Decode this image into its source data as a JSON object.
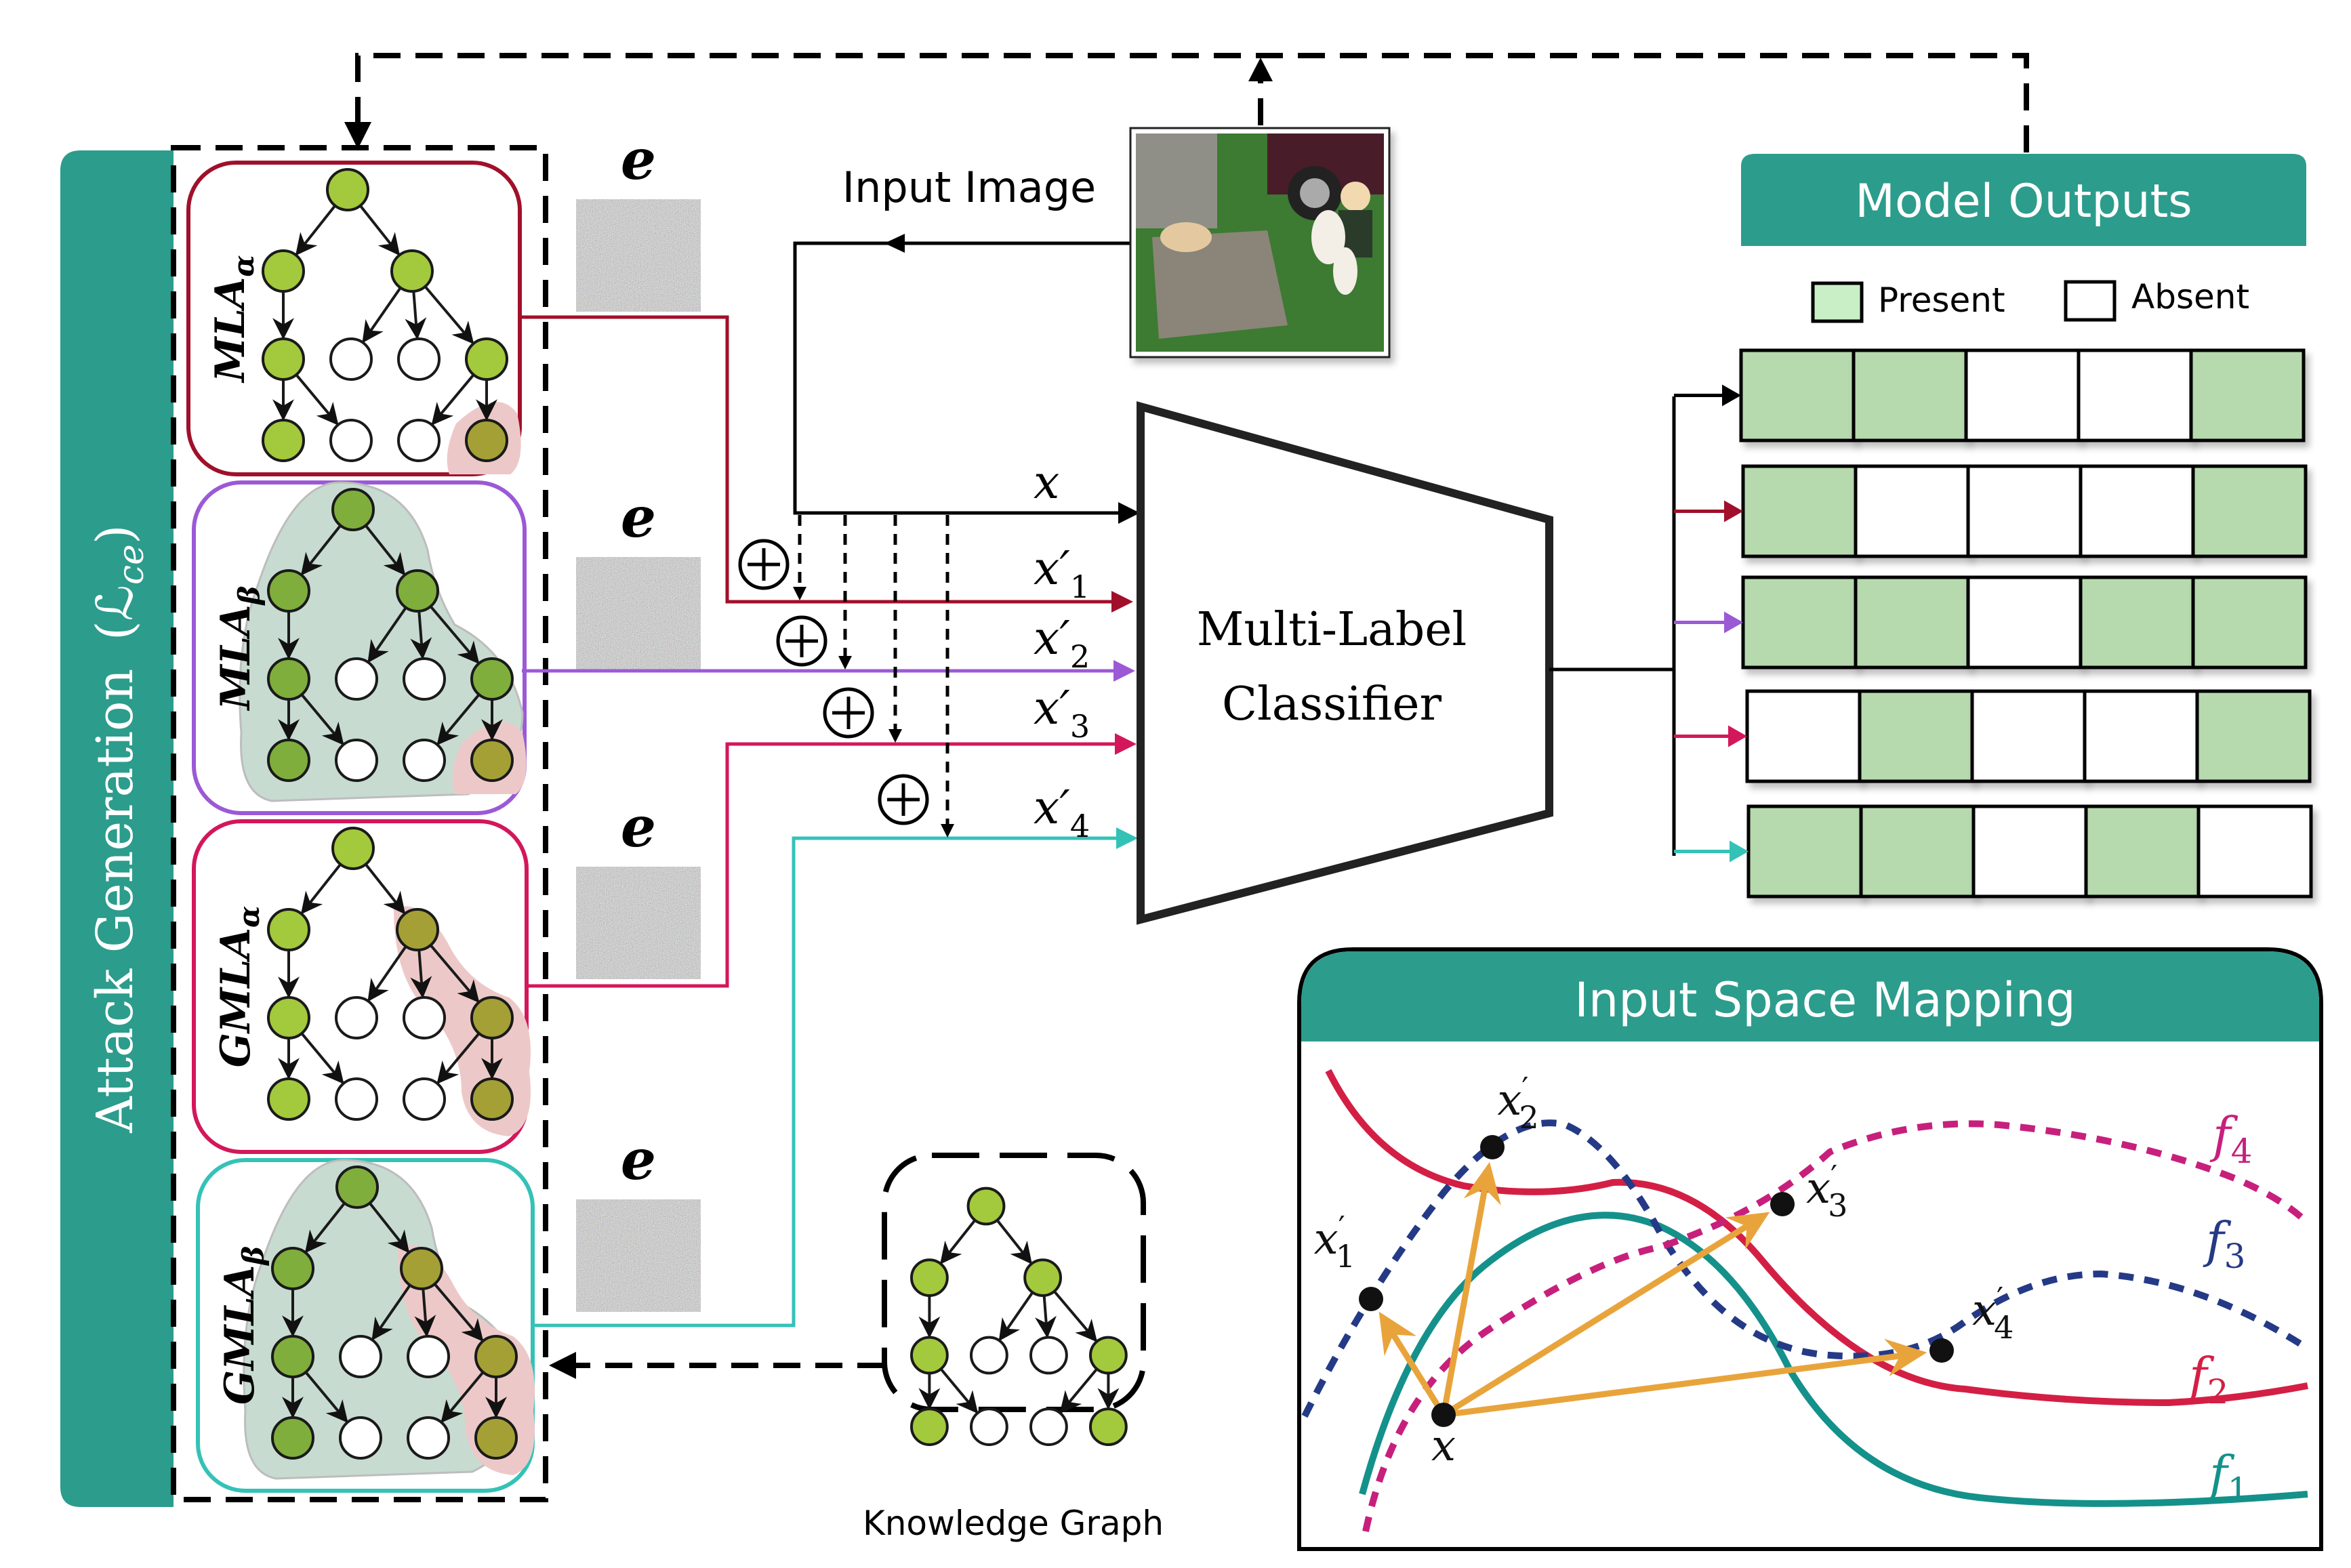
{
  "sidebar": {
    "title": "Attack Generation",
    "loss_symbol": "(ℒ",
    "loss_sub": "ce",
    "loss_close": ")",
    "color": "#2c9c8c"
  },
  "panels": [
    {
      "name": "MLA",
      "sub": "α",
      "border": "#a0102a",
      "type": "MLA-alpha"
    },
    {
      "name": "MLA",
      "sub": "β",
      "border": "#9b59d6",
      "type": "MLA-beta"
    },
    {
      "name": "GMLA",
      "sub": "α",
      "border": "#d3175a",
      "type": "GMLA-alpha"
    },
    {
      "name": "GMLA",
      "sub": "β",
      "border": "#34c2b7",
      "type": "GMLA-beta"
    }
  ],
  "noise_label": "e",
  "input_image": {
    "label": "Input Image",
    "description": "photo of a boy with dogs and a cat on a lobster trap in a yard"
  },
  "classifier": {
    "line1": "Multi-Label",
    "line2": "Classifier"
  },
  "inputs": [
    {
      "label": "x",
      "prime": "",
      "sub": "",
      "color": "#000000"
    },
    {
      "label": "x",
      "prime": "′",
      "sub": "1",
      "color": "#a0102a"
    },
    {
      "label": "x",
      "prime": "′",
      "sub": "2",
      "color": "#9b59d6"
    },
    {
      "label": "x",
      "prime": "′",
      "sub": "3",
      "color": "#d3175a"
    },
    {
      "label": "x",
      "prime": "′",
      "sub": "4",
      "color": "#34c2b7"
    }
  ],
  "plus_symbol": "⊕",
  "model_outputs": {
    "title": "Model Outputs",
    "legend": {
      "present": "Present",
      "absent": "Absent"
    },
    "present_color": "#b7d9ae",
    "rows": [
      {
        "arrow_color": "#000000",
        "cells": [
          1,
          1,
          0,
          0,
          1
        ]
      },
      {
        "arrow_color": "#a0102a",
        "cells": [
          1,
          0,
          0,
          0,
          1
        ]
      },
      {
        "arrow_color": "#9b59d6",
        "cells": [
          1,
          1,
          0,
          1,
          1
        ]
      },
      {
        "arrow_color": "#d3175a",
        "cells": [
          0,
          1,
          0,
          0,
          1
        ]
      },
      {
        "arrow_color": "#34c2b7",
        "cells": [
          1,
          1,
          0,
          1,
          0
        ]
      }
    ]
  },
  "knowledge_graph": {
    "label": "Knowledge Graph"
  },
  "input_space": {
    "title": "Input Space Mapping",
    "curves": [
      {
        "label": "f",
        "sub": "1",
        "color": "#14918a",
        "style": "solid"
      },
      {
        "label": "f",
        "sub": "2",
        "color": "#d41f45",
        "style": "solid"
      },
      {
        "label": "f",
        "sub": "3",
        "color": "#253a86",
        "style": "dashed"
      },
      {
        "label": "f",
        "sub": "4",
        "color": "#c7207c",
        "style": "dashed"
      }
    ],
    "points": [
      {
        "label": "x",
        "prime": "",
        "sub": ""
      },
      {
        "label": "x",
        "prime": "′",
        "sub": "1"
      },
      {
        "label": "x",
        "prime": "′",
        "sub": "2"
      },
      {
        "label": "x",
        "prime": "′",
        "sub": "3"
      },
      {
        "label": "x",
        "prime": "′",
        "sub": "4"
      }
    ],
    "arrow_color": "#e8a43b"
  }
}
